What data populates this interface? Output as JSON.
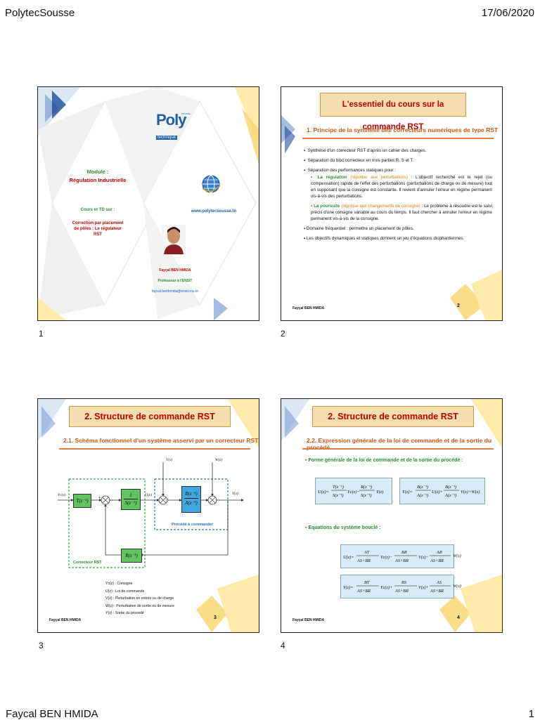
{
  "header": {
    "left": "PolytecSousse",
    "right": "17/06/2020"
  },
  "footer": {
    "author": "Faycal BEN HMIDA",
    "page": "1"
  },
  "slides": [
    {
      "number": "1",
      "logo_word": "Poly",
      "logo_small": "technique",
      "logo_sousse": "SOUSSE",
      "module_label": "Module :",
      "module_name": "Régulation Industrielle",
      "course_label": "Cours et TD sur :",
      "course_title": "Correction par placement de pôles : Le régulateur RST",
      "website": "www.polytecsousse.tn",
      "author_name": "Fayçal BEN HMIDA",
      "author_role": "Professeur à l'ENSIT",
      "author_email": "faycal.benhmida@ensit.rnu.tn"
    },
    {
      "number": "2",
      "banner": "L'essentiel du cours sur la commande RST",
      "section": "1. Principe de la synthèse des correcteurs numériques de type RST",
      "b1": "Synthèse d'un correcteur RST d'après un cahier des charges.",
      "b2": "Séparation du bloc correcteur en trois parties R, S et T.",
      "b3": "Séparation des performances statiques pour :",
      "reg_title": "La régulation",
      "reg_paren": "(réponse aux perturbations)",
      "reg_text": ": L'objectif recherché est le rejet (ou compensation) rapide de l'effet des perturbations (perturbations de charge ou de mesure) tout en supposant que la consigne est constante. Il revient d'annuler l'erreur en régime permanent vis-à-vis des perturbations.",
      "pours_title": "La poursuite",
      "pours_paren": "(réponse aux changements de consigne)",
      "pours_text": ": Le problème à résoudre est le suivi précis d'une consigne variable au cours du temps. Il faut chercher à annuler l'erreur en régime permanent vis-à-vis de la consigne.",
      "b4": "Domaine fréquentiel : permettre un placement de pôles.",
      "b5": "Les objectifs dynamiques et statiques donnent un jeu d'équations diophantiennes.",
      "author": "Fayçal BEN HMIDA",
      "slide_no": "2"
    },
    {
      "number": "3",
      "banner": "2. Structure de commande RST",
      "section": "2.1. Schéma fonctionnel d'un système asservi par un correcteur RST",
      "lbl_V": "V(z)",
      "lbl_W": "W(z)",
      "lbl_Yc": "Yc(z)",
      "lbl_U": "U(z)",
      "lbl_Y": "Y(z)",
      "blk_T": "T(z⁻¹)",
      "blk_S_num": "1",
      "blk_S_den": "S(z⁻¹)",
      "blk_B": "B(z⁻¹)",
      "blk_A": "A(z⁻¹)",
      "blk_R": "R(z⁻¹)",
      "proc_label": "Procédé à commander",
      "corr_label": "Correcteur RST",
      "legend": [
        "Yc(z) : Consigne",
        "U(z) : Loi de commande",
        "V(z) : Perturbation en entrée ou de charge",
        "W(z) : Perturbation de sortie ou de mesure",
        "Y(z) : Sortie du procédé"
      ],
      "author": "Fayçal BEN HMIDA",
      "slide_no": "3"
    },
    {
      "number": "4",
      "banner": "2. Structure de commande RST",
      "section": "2.2. Expression générale de la loi de commande et de la sortie du procédé",
      "bullet1": "Forme générale de la loi de commande et de la sortie du procédé :",
      "bullet2": "Equations du système bouclé :",
      "author": "Fayçal BEN HMIDA",
      "slide_no": "4"
    }
  ],
  "colors": {
    "title_red": "#c00000",
    "green": "#2e8b3a",
    "orange": "#e07b00",
    "banner_bg": "#f4deae"
  }
}
